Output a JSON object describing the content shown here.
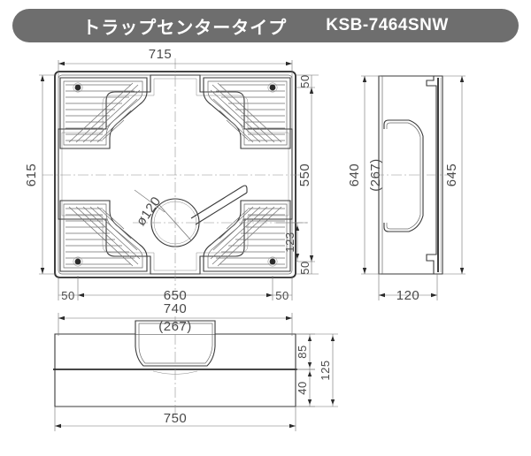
{
  "header": {
    "title_jp": "トラップセンタータイプ",
    "model": "KSB-7464SNW"
  },
  "drawing": {
    "type": "technical-drawing",
    "subject": "washing machine drain pan (trap center type)",
    "views": {
      "top": {
        "name": "top-view",
        "dimensions": {
          "overall_width": "715",
          "overall_height": "615",
          "inner_width": "650",
          "inner_height": "550",
          "edge_left": "50",
          "edge_right": "50",
          "edge_top": "50",
          "edge_bottom": "50",
          "trap_offset": "123",
          "drain_diameter": "ø120"
        }
      },
      "side": {
        "name": "side-view",
        "dimensions": {
          "height_left": "640",
          "inner_height": "(267)",
          "height_right": "645",
          "depth": "120"
        }
      },
      "front": {
        "name": "front-view",
        "dimensions": {
          "top_width": "740",
          "bump_width": "(267)",
          "bump_height": "85",
          "total_height": "125",
          "base_height": "40",
          "base_width": "750"
        }
      }
    }
  },
  "colors": {
    "header_bg": "#6e6e6e",
    "header_text": "#ffffff",
    "line": "#3a3a3a",
    "dim_line": "#707070",
    "background": "#ffffff"
  }
}
